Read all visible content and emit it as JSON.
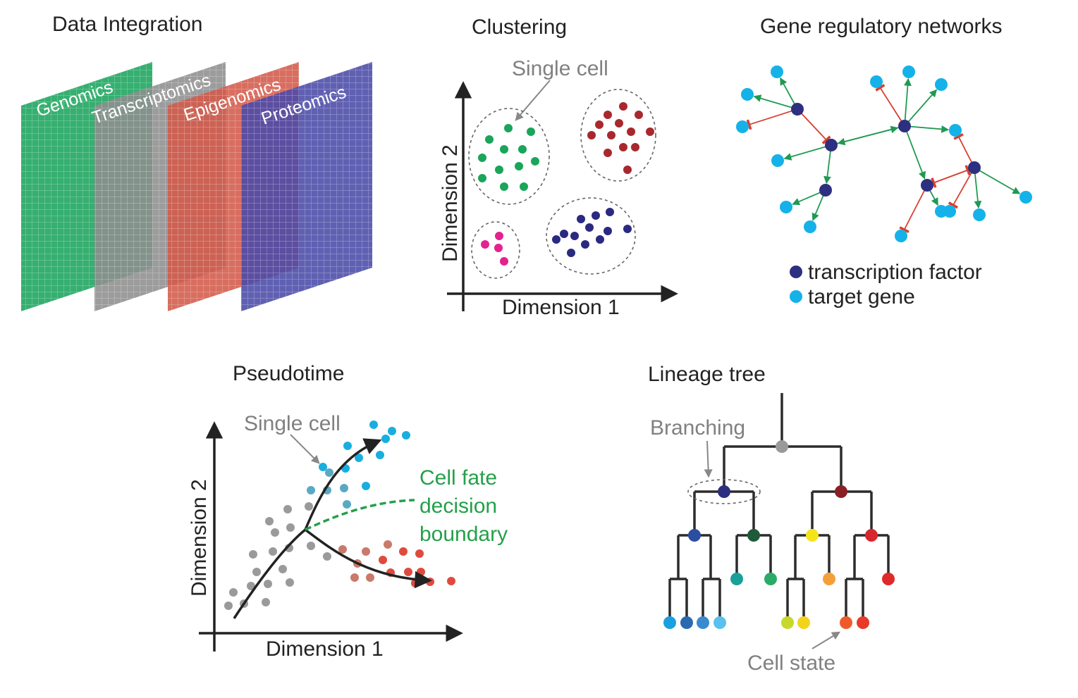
{
  "colors": {
    "genomics": "#2bab68",
    "transcriptomics": "#8e8e8e",
    "epigenomics": "#d35a4a",
    "proteomics": "#4a4aa8",
    "green_cluster": "#19a55a",
    "red_cluster": "#a8282e",
    "navy_cluster": "#2a2a80",
    "pink_cluster": "#e3228f",
    "tf_node": "#2d2f80",
    "target_node": "#14b2e8",
    "activation_edge": "#1f9a52",
    "repression_edge": "#d8402f",
    "gray_cell": "#9a9a9a",
    "fate_boundary": "#24a04a"
  },
  "data_integration": {
    "title": "Data Integration",
    "layers": [
      "Genomics",
      "Transcriptomics",
      "Epigenomics",
      "Proteomics"
    ]
  },
  "clustering": {
    "title": "Clustering",
    "annotation": "Single cell",
    "xlabel": "Dimension 1",
    "ylabel": "Dimension 2"
  },
  "grn": {
    "title": "Gene regulatory networks",
    "legend": [
      {
        "label": "transcription factor",
        "icon": "tf-node-icon"
      },
      {
        "label": "target gene",
        "icon": "target-node-icon"
      }
    ]
  },
  "pseudotime": {
    "title": "Pseudotime",
    "annotation": "Single cell",
    "xlabel": "Dimension 1",
    "ylabel": "Dimension 2",
    "boundary_label": [
      "Cell fate",
      "decision",
      "boundary"
    ]
  },
  "lineage": {
    "title": "Lineage tree",
    "branching_label": "Branching",
    "cell_state_label": "Cell state"
  }
}
